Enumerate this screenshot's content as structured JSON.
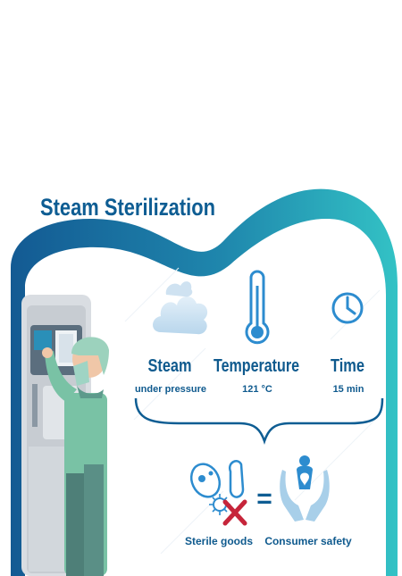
{
  "title": "Steam Sterilization",
  "factors": [
    {
      "label": "Steam",
      "sublabel": "under pressure",
      "icon": "steam-cloud-icon"
    },
    {
      "label": "Temperature",
      "sublabel": "121 °C",
      "icon": "thermometer-icon"
    },
    {
      "label": "Time",
      "sublabel": "15 min",
      "icon": "clock-icon"
    }
  ],
  "equation": {
    "left": {
      "label": "Sterile goods",
      "icon": "germ-crossed-icon"
    },
    "operator": "=",
    "right": {
      "label": "Consumer safety",
      "icon": "protected-person-icon"
    }
  },
  "colors": {
    "dark_blue": "#0e5d93",
    "teal": "#2cb3c2",
    "light_blue": "#cfe4f2",
    "icon_blue": "#2d8ccf",
    "cross_red": "#c6253a",
    "nurse_green": "#7cc3a6"
  }
}
